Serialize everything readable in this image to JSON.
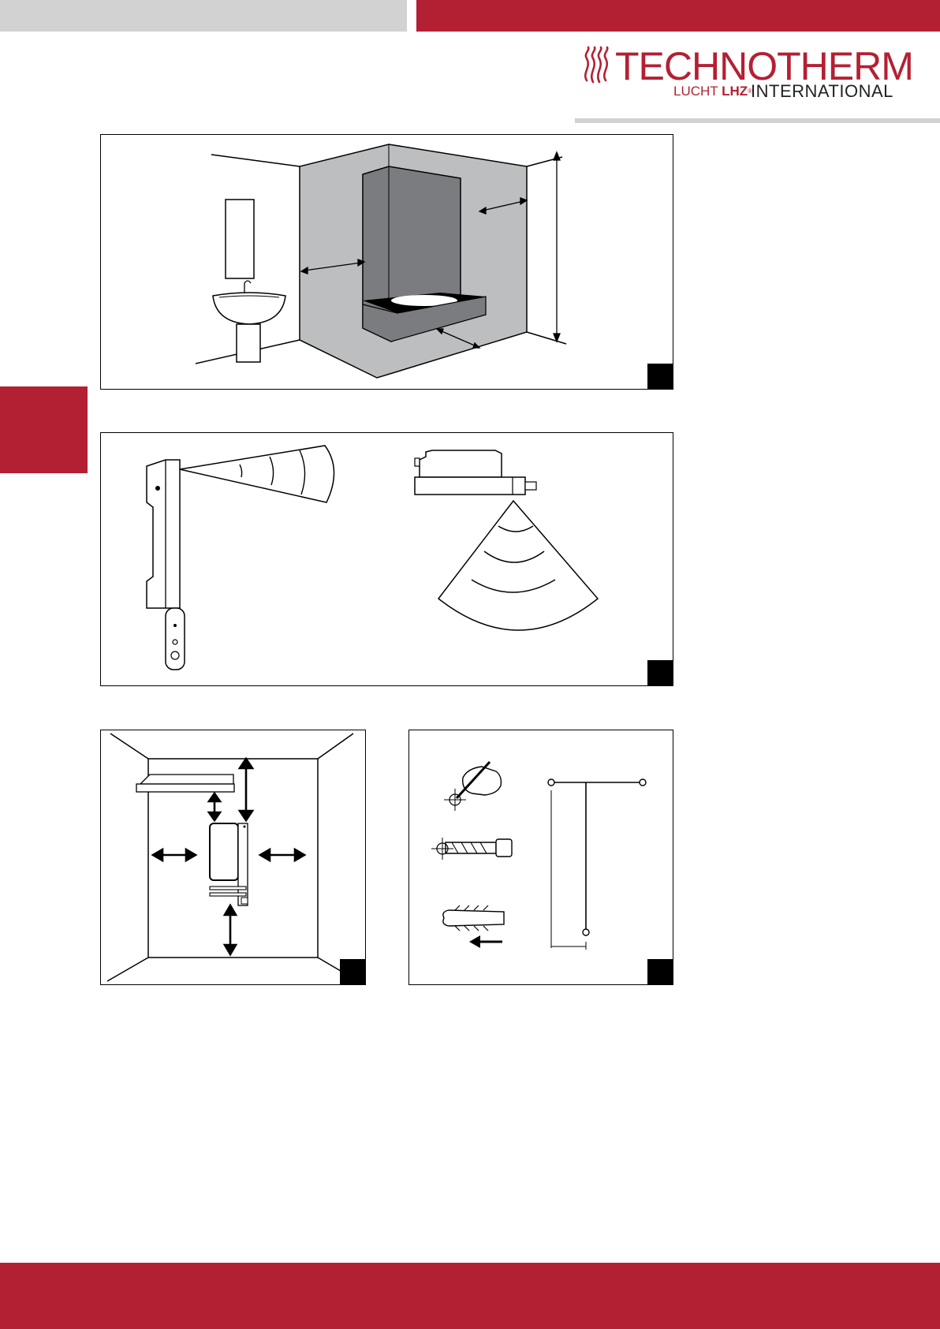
{
  "header": {
    "logo": {
      "brand": "TECHNOTHERM",
      "sub_brand_lucht": "LUCHT",
      "sub_brand_lhz": "LHZ",
      "registered_mark": "®",
      "sub_brand_international": "INTERNATIONAL",
      "icon": "flame-icon"
    }
  },
  "figures": [
    {
      "name": "bathroom-zones-figure"
    },
    {
      "name": "sensor-range-figure"
    },
    {
      "name": "clearance-figure"
    },
    {
      "name": "mounting-figure"
    }
  ],
  "colors": {
    "brand_red": "#b42033",
    "band_grey": "#d2d2d2",
    "zone_light": "#bcbebf",
    "zone_dark": "#7b7c7f"
  }
}
